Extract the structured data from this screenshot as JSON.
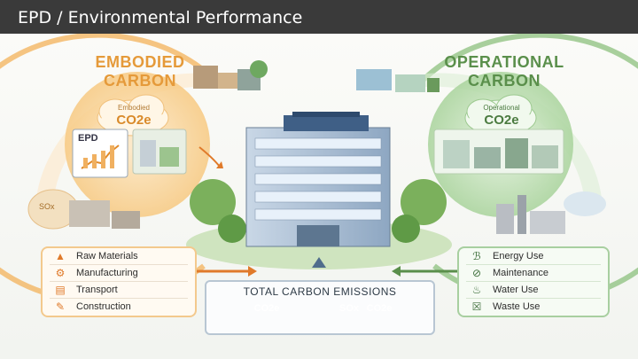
{
  "header": {
    "title": "EPD / Environmental Performance"
  },
  "embodied": {
    "heading_line1": "EMBODIED",
    "heading_line2": "CARBON",
    "cloud_label": "Embodied",
    "cloud_value": "CO2e",
    "doc_label": "EPD",
    "sox_label": "SOx",
    "items": [
      {
        "icon": "raw-materials-icon",
        "label": "Raw Materials"
      },
      {
        "icon": "manufacturing-icon",
        "label": "Manufacturing"
      },
      {
        "icon": "transport-icon",
        "label": "Transport"
      },
      {
        "icon": "construction-icon",
        "label": "Construction"
      }
    ]
  },
  "operational": {
    "heading_line1": "OPERATIONAL",
    "heading_line2": "CARBON",
    "cloud_label": "Operational",
    "cloud_value": "CO2e",
    "items": [
      {
        "icon": "energy-use-icon",
        "label": "Energy Use"
      },
      {
        "icon": "maintenance-icon",
        "label": "Maintenance"
      },
      {
        "icon": "water-use-icon",
        "label": "Water Use"
      },
      {
        "icon": "waste-use-icon",
        "label": "Waste Use"
      }
    ]
  },
  "total": {
    "label": "TOTAL CARBON EMISSIONS",
    "orange_cloud": "CO2e",
    "green_cloud_sox": "SOx",
    "green_cloud_co2": "CO2e"
  },
  "colors": {
    "embodied": "#e59a3a",
    "operational": "#5a8f4b",
    "header": "#3a3a3a"
  }
}
